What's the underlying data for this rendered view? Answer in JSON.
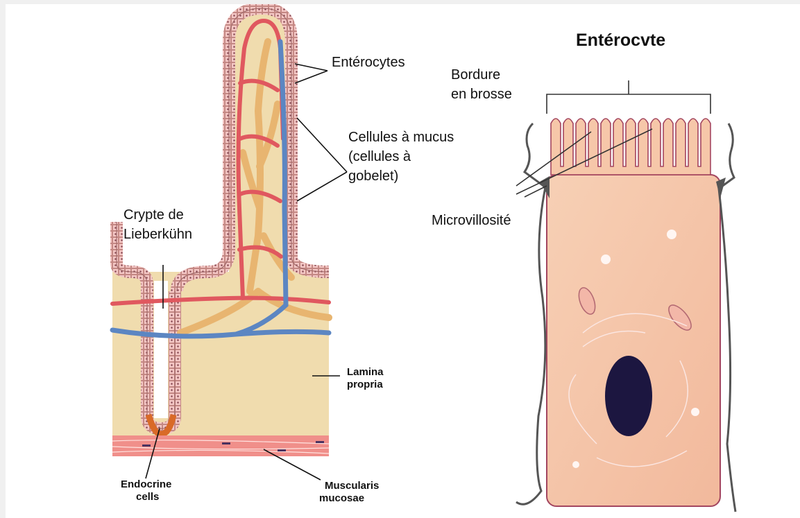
{
  "labels": {
    "title_enterocyte": "Entérocvte",
    "enterocytes": "Entérocytes",
    "mucus_cells": [
      "Cellules à mucus",
      "(cellules à",
      "gobelet)"
    ],
    "crypt": [
      "Crypte de",
      "Lieberkühn"
    ],
    "lamina_propria": [
      "Lamina",
      "propria"
    ],
    "endocrine_cells": [
      "Endocrine",
      "cells"
    ],
    "muscularis_mucosae": [
      "Muscularis",
      "mucosae"
    ],
    "brush_border": [
      "Bordure",
      "en brosse"
    ],
    "microvillosity": "Microvillosité"
  },
  "colors": {
    "background": "#ffffff",
    "lamina": "#f0dcae",
    "epithelium": "#f3c6c4",
    "artery": "#e0585f",
    "vein": "#5c86c2",
    "lymph": "#e8b570",
    "muscle": "#f08f8a",
    "cell_body": "#f6c7a9",
    "nucleus": "#1c1640",
    "endocrine": "#d96a28"
  }
}
